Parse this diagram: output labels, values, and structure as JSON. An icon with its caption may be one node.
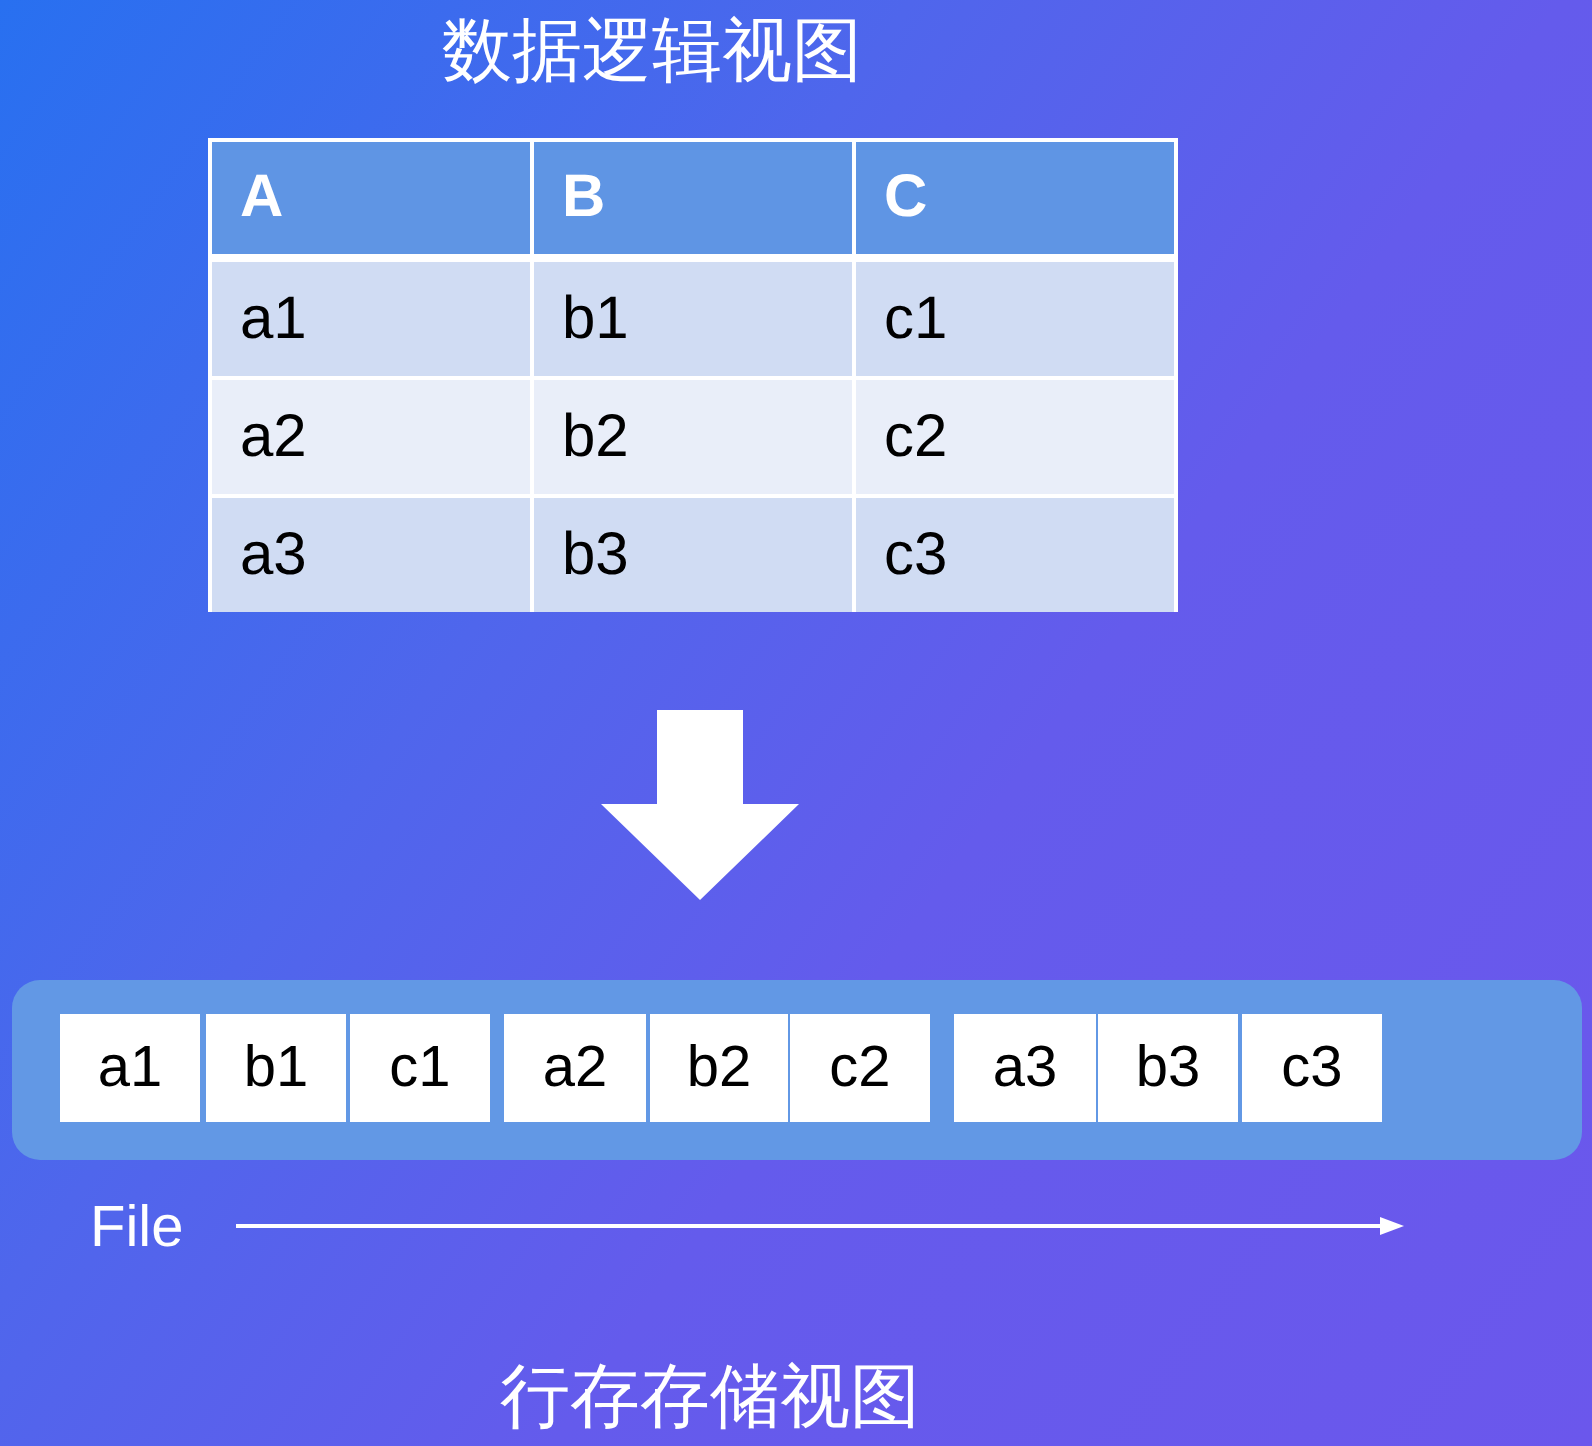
{
  "diagram": {
    "title": "数据逻辑视图",
    "caption": "行存存储视图",
    "nodes": [
      {
        "text": [
          "A",
          "B",
          "C",
          "a1",
          "b1",
          "c1",
          "a2",
          "b2",
          "c2",
          "a3",
          "b3",
          "c3"
        ]
      },
      {
        "text": [],
        "shape": "box"
      },
      {
        "text": [
          "a1"
        ],
        "in": 1
      },
      {
        "text": [
          "b1"
        ],
        "in": 1
      },
      {
        "text": [
          "c1"
        ],
        "in": 1
      },
      {
        "text": [
          "a2"
        ],
        "in": 1
      },
      {
        "text": [
          "b2"
        ],
        "in": 1
      },
      {
        "text": [
          "c2"
        ],
        "in": 1
      },
      {
        "text": [
          "a3"
        ],
        "in": 1
      },
      {
        "text": [
          "b3"
        ],
        "in": 1
      },
      {
        "text": [
          "c3"
        ],
        "in": 1
      }
    ],
    "edges": [
      {
        "from": 0,
        "to": 1,
        "arrow": "to",
        "style": "thick"
      }
    ],
    "labels": [
      "File"
    ]
  }
}
